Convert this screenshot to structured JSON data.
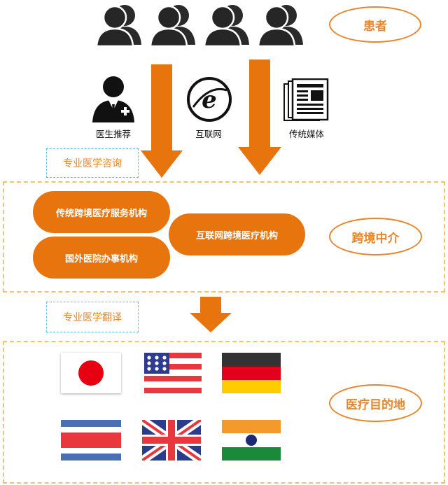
{
  "top": {
    "patients_label": "患者"
  },
  "sources": {
    "doctor": "医生推荐",
    "internet": "互联网",
    "media": "传统媒体"
  },
  "tags": {
    "consult": "专业医学咨询",
    "translate": "专业医学翻译"
  },
  "intermediary": {
    "label": "跨境中介",
    "items": [
      "传统跨境医疗服务机构",
      "国外医院办事机构",
      "互联网跨境医疗机构"
    ]
  },
  "destination": {
    "label": "医疗目的地",
    "flags": [
      "japan",
      "usa",
      "germany",
      "costa-rica",
      "uk",
      "india"
    ]
  },
  "colors": {
    "accent": "#E8862C",
    "arrow": "#E8740E",
    "dash": "#F2C36E",
    "tag_dash": "#5DBFE0"
  }
}
